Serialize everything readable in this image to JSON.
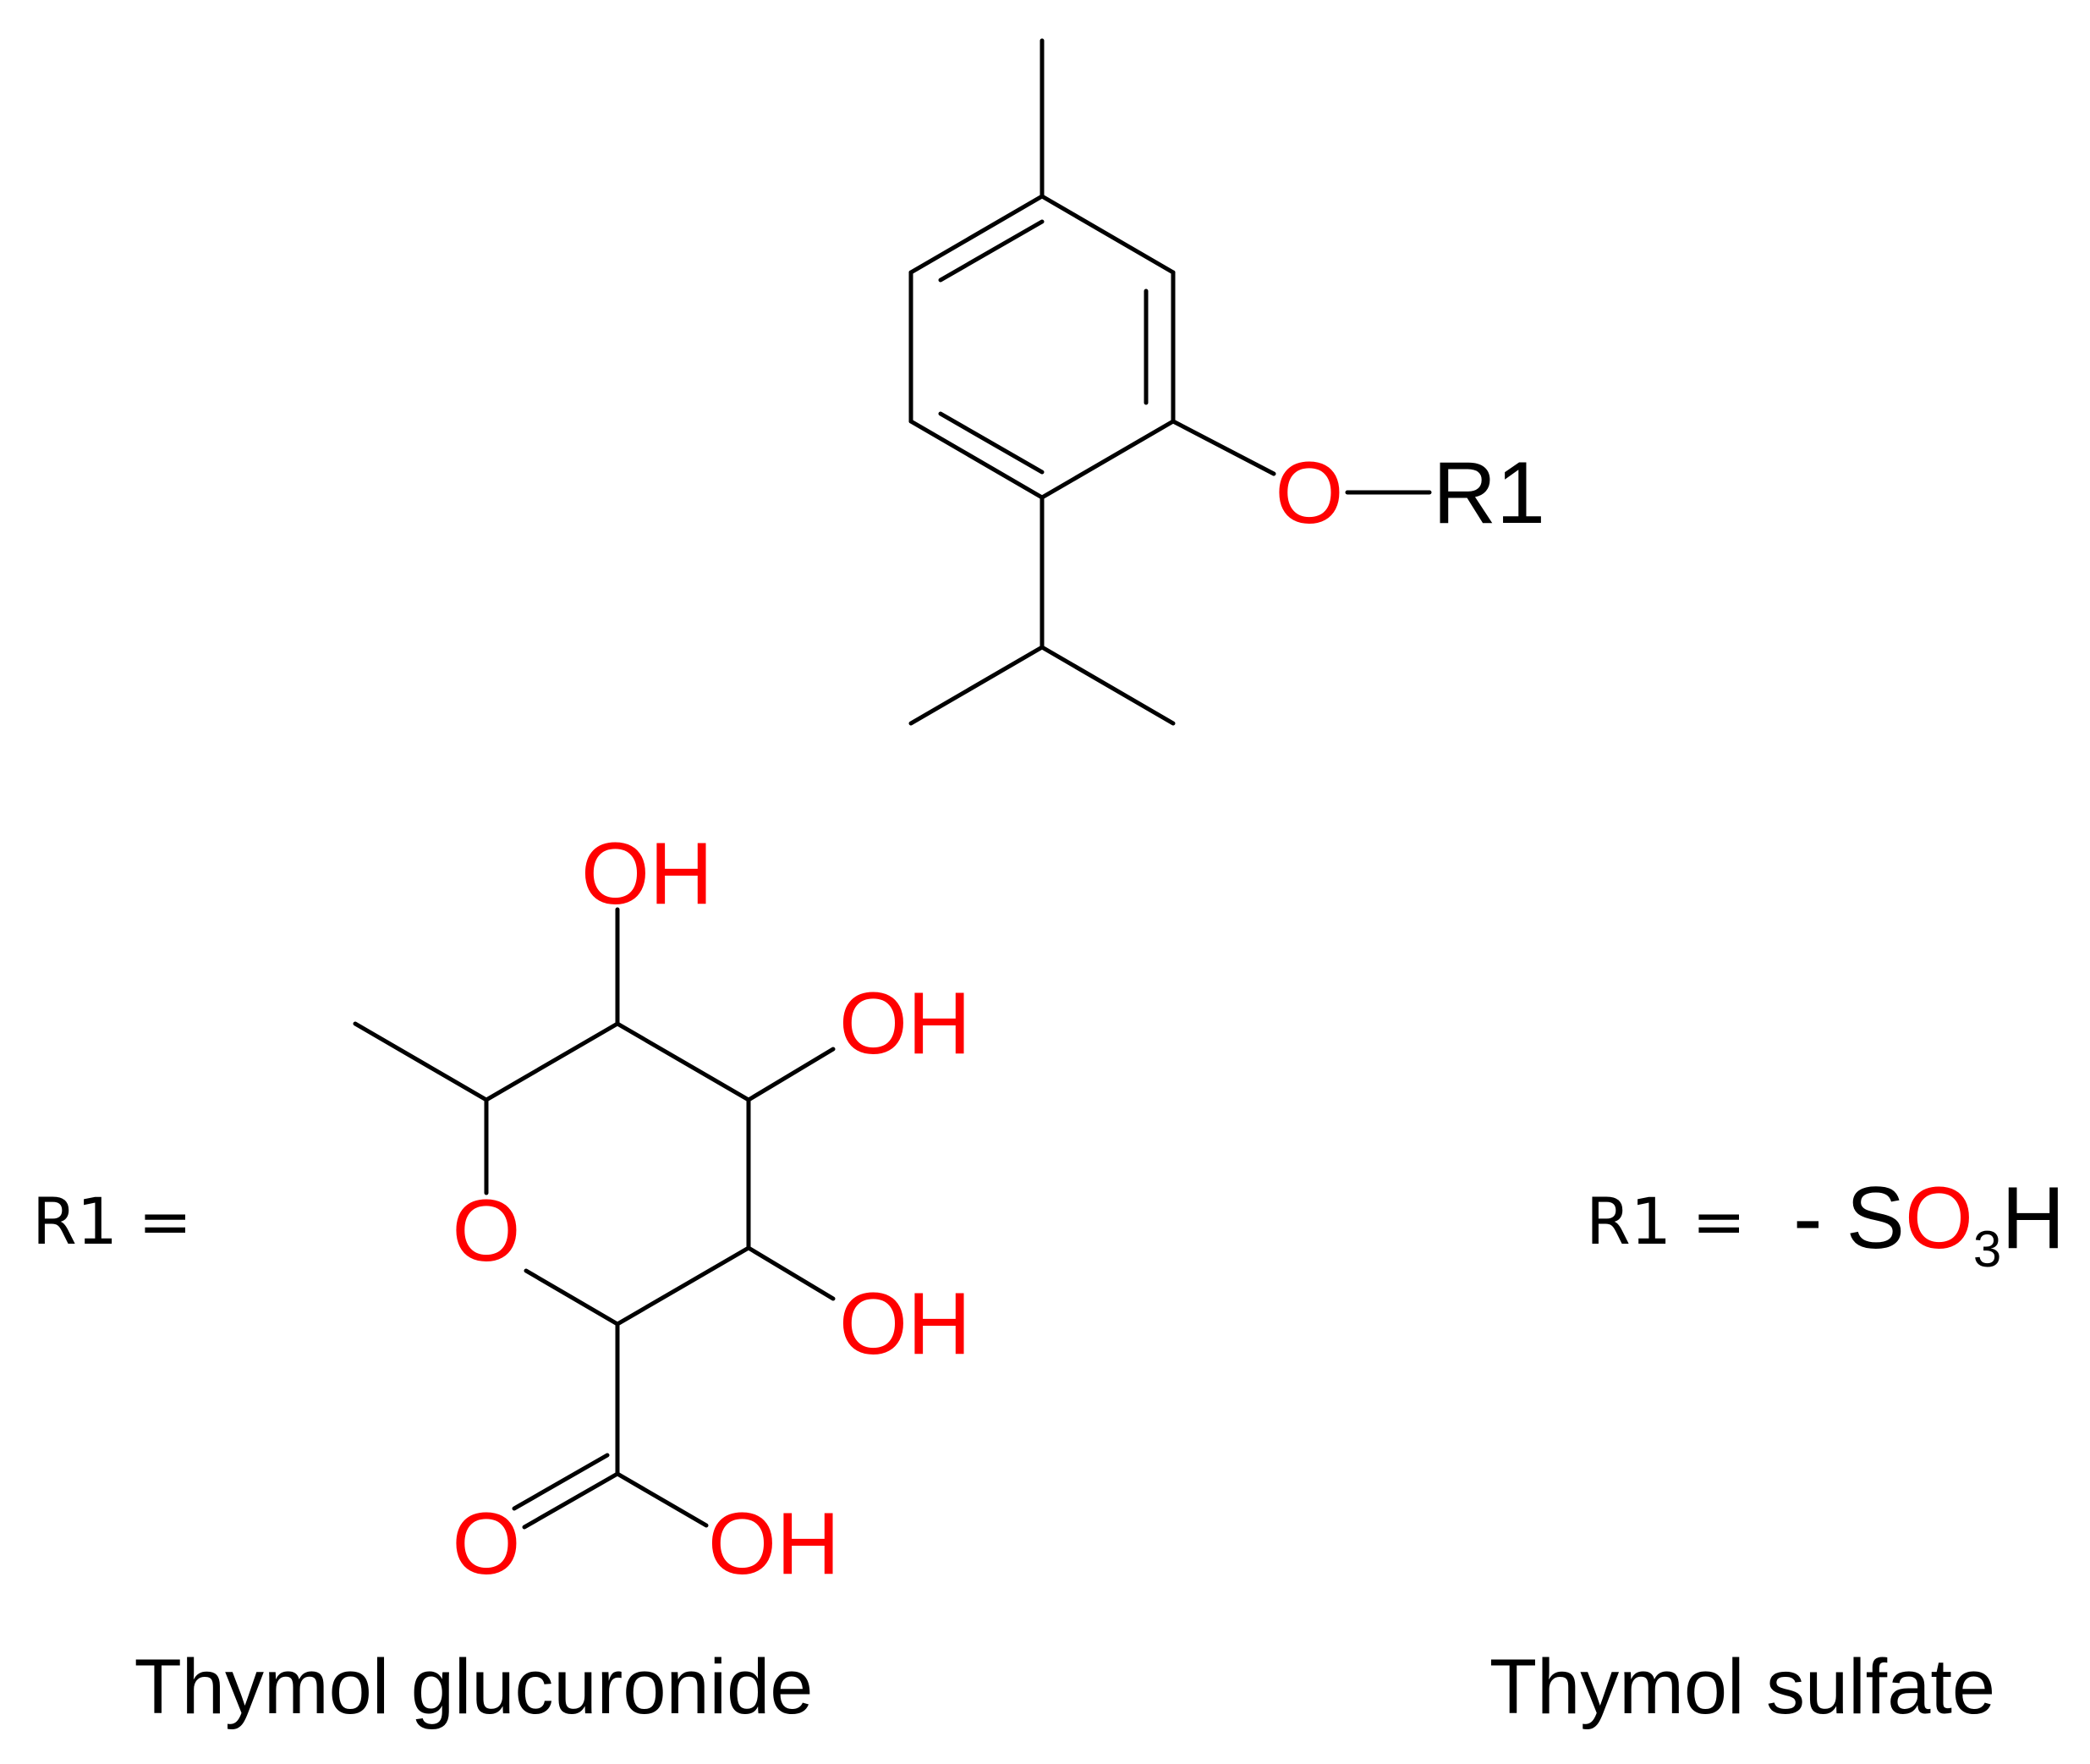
{
  "colors": {
    "heteroatom": "#ff0000",
    "carbon_and_text": "#000000",
    "background": "#ffffff"
  },
  "thymol_core": {
    "oxygen": "O",
    "substituent": "R1"
  },
  "glucuronide": {
    "r1_label": "R1 =",
    "ring_oxygen": "O",
    "hydroxyl_top": "OH",
    "hydroxyl_upper_right": "OH",
    "hydroxyl_lower_right": "OH",
    "carbonyl_oxygen": "O",
    "acid_hydroxyl": "OH",
    "caption": "Thymol glucuronide"
  },
  "sulfate": {
    "r1_label": "R1 =",
    "dash": "-",
    "sulfur": "S",
    "oxygen": "O",
    "oxygen_count": "3",
    "hydrogen": "H",
    "caption": "Thymol sulfate"
  }
}
